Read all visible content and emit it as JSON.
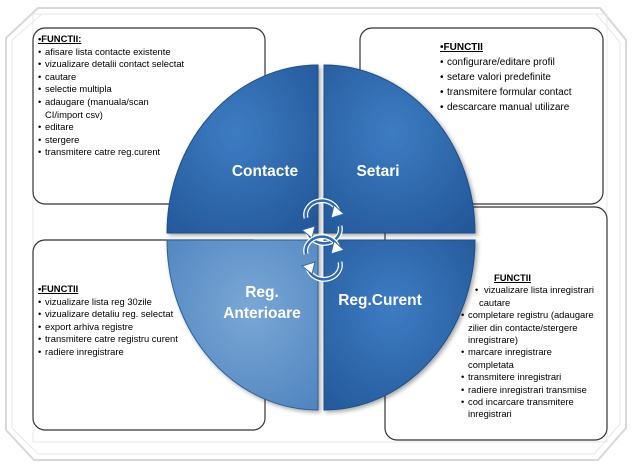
{
  "quadrants": {
    "contacte": "Contacte",
    "setari": "Setari",
    "reg_anterioare_line1": "Reg.",
    "reg_anterioare_line2": "Anterioare",
    "reg_curent": "Reg.Curent"
  },
  "colors": {
    "quadrant_blue": "#2e6bb0",
    "quadrant_light_blue": "#5f93c9",
    "quadrant_edge": "#1f4f87"
  },
  "icons": [
    "cycle-arrow-icon",
    "cycle-arrow-icon"
  ],
  "box_contacte": {
    "header": "FUNCTII:",
    "items": [
      "afisare lista contacte existente",
      "vizualizare detalii contact selectat",
      "cautare",
      "selectie multipla",
      "adaugare (manuala/scan",
      "CI/import csv)",
      "editare",
      "stergere",
      "transmitere catre reg.curent"
    ]
  },
  "box_setari": {
    "header": "FUNCTII",
    "items": [
      "configurare/editare profil",
      "setare valori predefinite",
      "transmitere formular contact",
      " descarcare manual utilizare"
    ]
  },
  "box_reg_anterioare": {
    "header": "FUNCTII",
    "items": [
      "vizualizare  lista reg 30zile",
      "vizualizare detaliu reg. selectat",
      "export arhiva registre",
      "transmitere catre registru curent",
      "radiere inregistrare"
    ]
  },
  "box_reg_curent": {
    "header": "FUNCTII",
    "items": [
      "vizualizare lista inregistrari",
      "cautare",
      "completare registru (adaugare",
      "zilier din contacte/stergere",
      "inregistrare)",
      "marcare inregistrare",
      "completata",
      "transmitere inregistrari",
      "radiere inregistrari transmise",
      "cod incarcare transmitere",
      "inregistrari"
    ]
  }
}
